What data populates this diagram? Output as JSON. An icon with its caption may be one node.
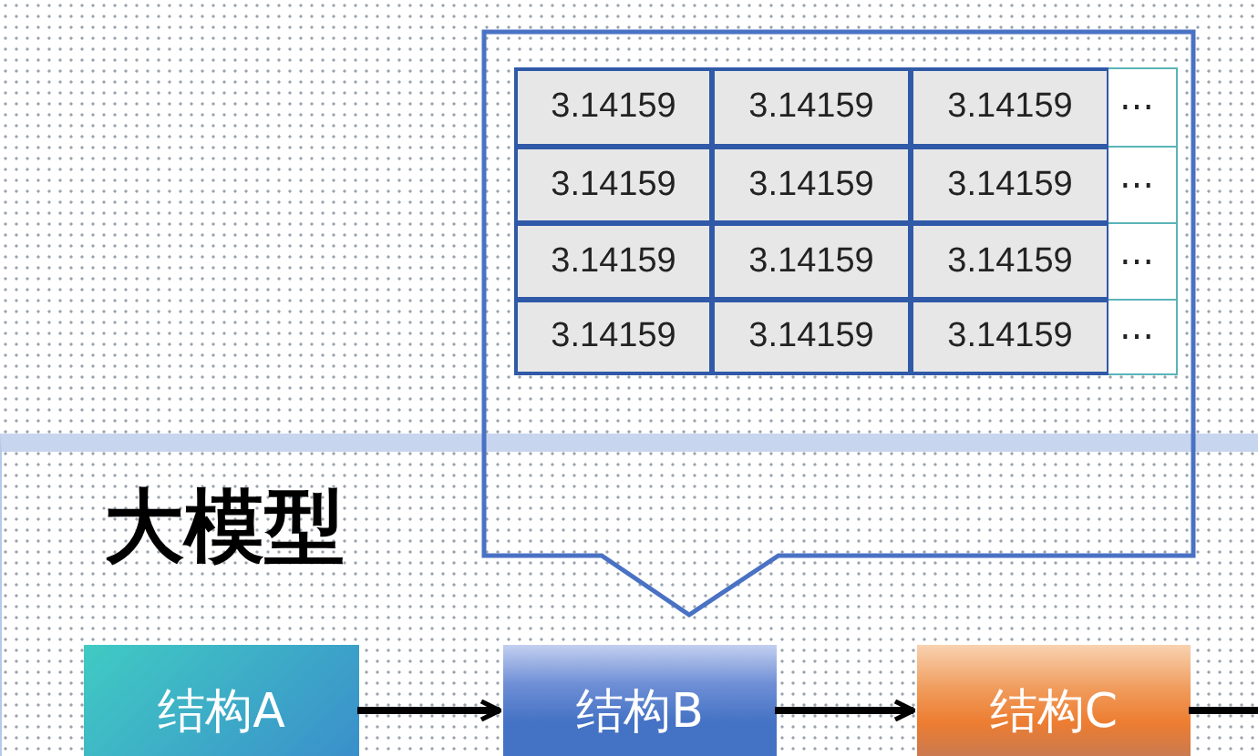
{
  "diagram": {
    "nodes": [
      {
        "text": [],
        "shape": "callout"
      },
      {
        "text": [
          "大模型"
        ]
      },
      {
        "text": [
          "结构A"
        ],
        "in": 1
      },
      {
        "text": [
          "结构B"
        ],
        "in": 1
      },
      {
        "text": [
          "结构C"
        ],
        "in": 1
      }
    ],
    "edges": [
      {
        "from": 2,
        "to": 3,
        "arrow": "to"
      },
      {
        "from": 3,
        "to": 4,
        "arrow": "to"
      },
      {
        "from": 4,
        "to": null,
        "arrow": "none"
      }
    ],
    "labels": [
      "3.14159",
      "3.14159",
      "3.14159",
      "⋯",
      "3.14159",
      "3.14159",
      "3.14159",
      "⋯",
      "3.14159",
      "3.14159",
      "3.14159",
      "⋯",
      "3.14159",
      "3.14159",
      "3.14159",
      "⋯"
    ]
  }
}
